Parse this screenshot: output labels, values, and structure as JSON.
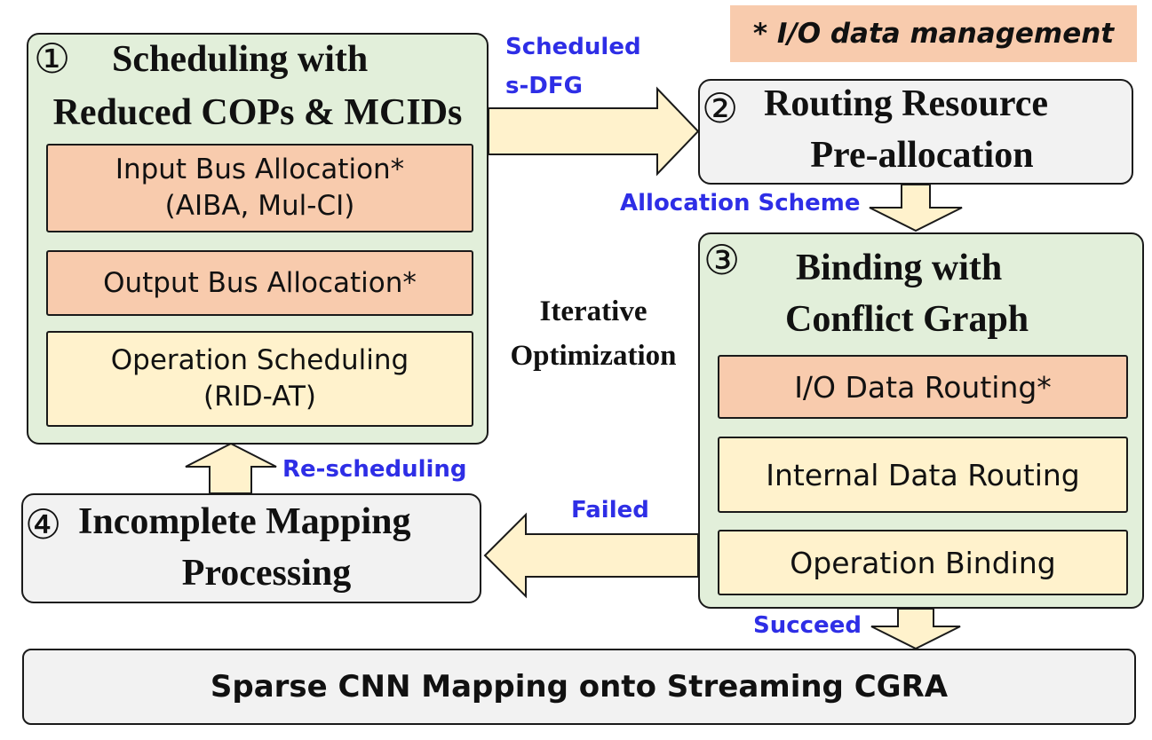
{
  "legend": {
    "text": "* I/O data management",
    "color": "#f8cbad"
  },
  "step1": {
    "number": "①",
    "title_line1": "Scheduling with",
    "title_line2": "Reduced COPs & MCIDs",
    "items": [
      {
        "line1": "Input Bus Allocation*",
        "line2": "(AIBA, Mul-CI)"
      },
      {
        "line1": "Output Bus Allocation*",
        "line2": ""
      },
      {
        "line1": "Operation Scheduling",
        "line2": "(RID-AT)"
      }
    ]
  },
  "step2": {
    "number": "②",
    "title_line1": "Routing Resource",
    "title_line2": "Pre-allocation"
  },
  "step3": {
    "number": "③",
    "title_line1": "Binding with",
    "title_line2": "Conflict Graph",
    "items": [
      "I/O Data Routing*",
      "Internal Data Routing",
      "Operation Binding"
    ]
  },
  "step4": {
    "number": "④",
    "title_line1": "Incomplete Mapping",
    "title_line2": "Processing"
  },
  "center_label": {
    "line1": "Iterative",
    "line2": "Optimization"
  },
  "edges": {
    "scheduled_line1": "Scheduled",
    "scheduled_line2": "s-DFG",
    "allocation": "Allocation Scheme",
    "failed": "Failed",
    "rescheduling": "Re-scheduling",
    "succeed": "Succeed"
  },
  "final": {
    "text": "Sparse CNN Mapping onto Streaming CGRA"
  },
  "colors": {
    "green": "#e2efda",
    "grey": "#f2f2f2",
    "orange": "#f8cbad",
    "cream": "#fff2cc",
    "arrow": "#fff2cc",
    "edge_label": "#2e2ee6"
  }
}
